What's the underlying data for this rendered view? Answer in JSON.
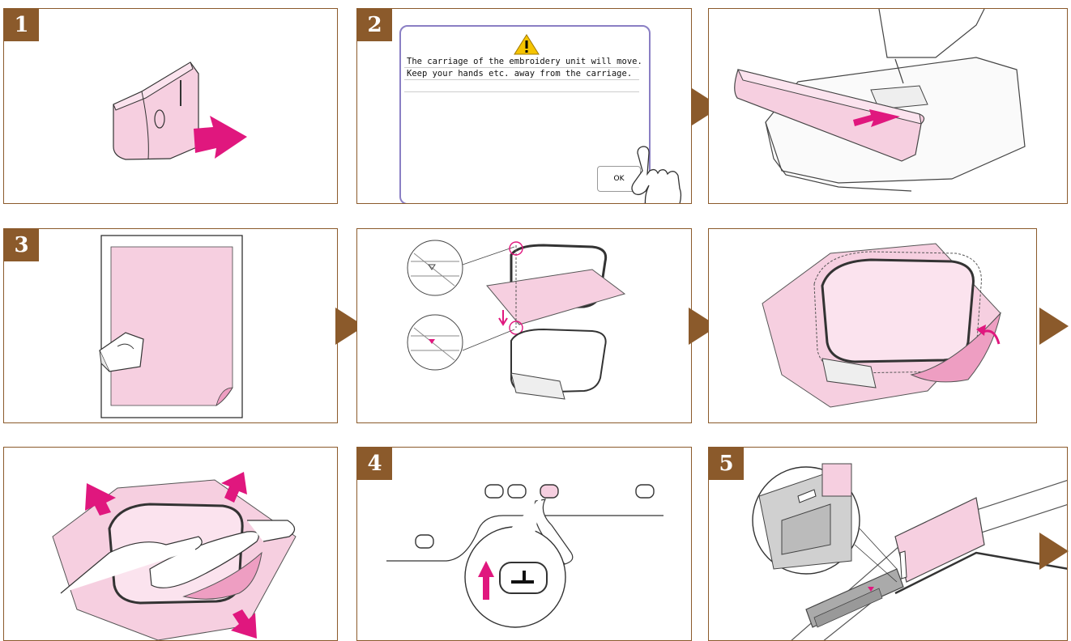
{
  "steps": {
    "s1": "1",
    "s2": "2",
    "s3": "3",
    "s4": "4",
    "s5": "5"
  },
  "dialog": {
    "line1": "The carriage of the embroidery unit will move.",
    "line2": "Keep your hands etc. away from the carriage.",
    "ok_label": "OK",
    "warning_icon": "warning-triangle-icon"
  },
  "colors": {
    "frame": "#8b5a2b",
    "fabric_pink": "#f6cfe0",
    "accent_magenta": "#e0177e",
    "dialog_border": "#8a7fc4"
  }
}
